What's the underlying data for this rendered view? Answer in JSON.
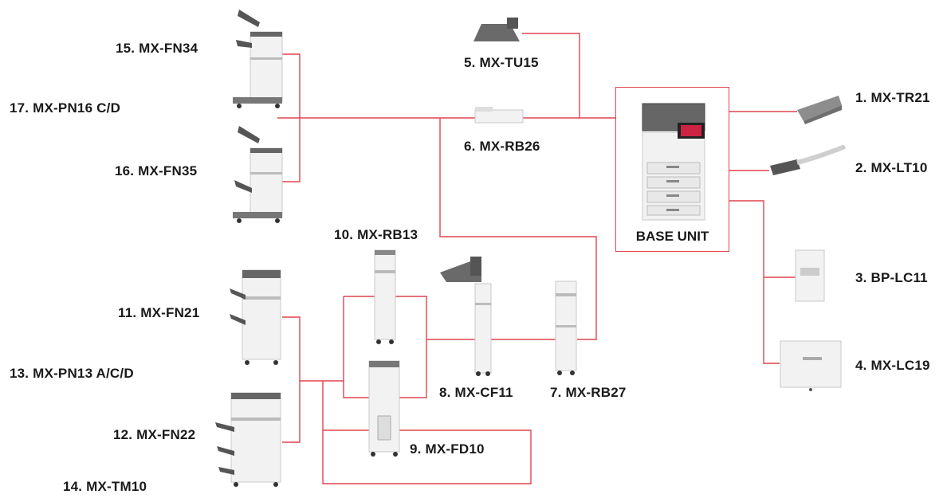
{
  "colors": {
    "connector": "#e0444e",
    "device_body": "#f2f2f2",
    "device_outline": "#c9c9c9",
    "device_dark": "#555555",
    "label": "#1a1a1a"
  },
  "base_unit": {
    "label": "BASE UNIT"
  },
  "options": [
    {
      "id": "1",
      "label": "1. MX-TR21"
    },
    {
      "id": "2",
      "label": "2. MX-LT10"
    },
    {
      "id": "3",
      "label": "3. BP-LC11"
    },
    {
      "id": "4",
      "label": "4. MX-LC19"
    },
    {
      "id": "5",
      "label": "5. MX-TU15"
    },
    {
      "id": "6",
      "label": "6. MX-RB26"
    },
    {
      "id": "7",
      "label": "7. MX-RB27"
    },
    {
      "id": "8",
      "label": "8. MX-CF11"
    },
    {
      "id": "9",
      "label": "9. MX-FD10"
    },
    {
      "id": "10",
      "label": "10. MX-RB13"
    },
    {
      "id": "11",
      "label": "11. MX-FN21"
    },
    {
      "id": "12",
      "label": "12. MX-FN22"
    },
    {
      "id": "13",
      "label": "13. MX-PN13 A/C/D"
    },
    {
      "id": "14",
      "label": "14. MX-TM10"
    },
    {
      "id": "15",
      "label": "15. MX-FN34"
    },
    {
      "id": "16",
      "label": "16. MX-FN35"
    },
    {
      "id": "17",
      "label": "17. MX-PN16 C/D"
    }
  ]
}
